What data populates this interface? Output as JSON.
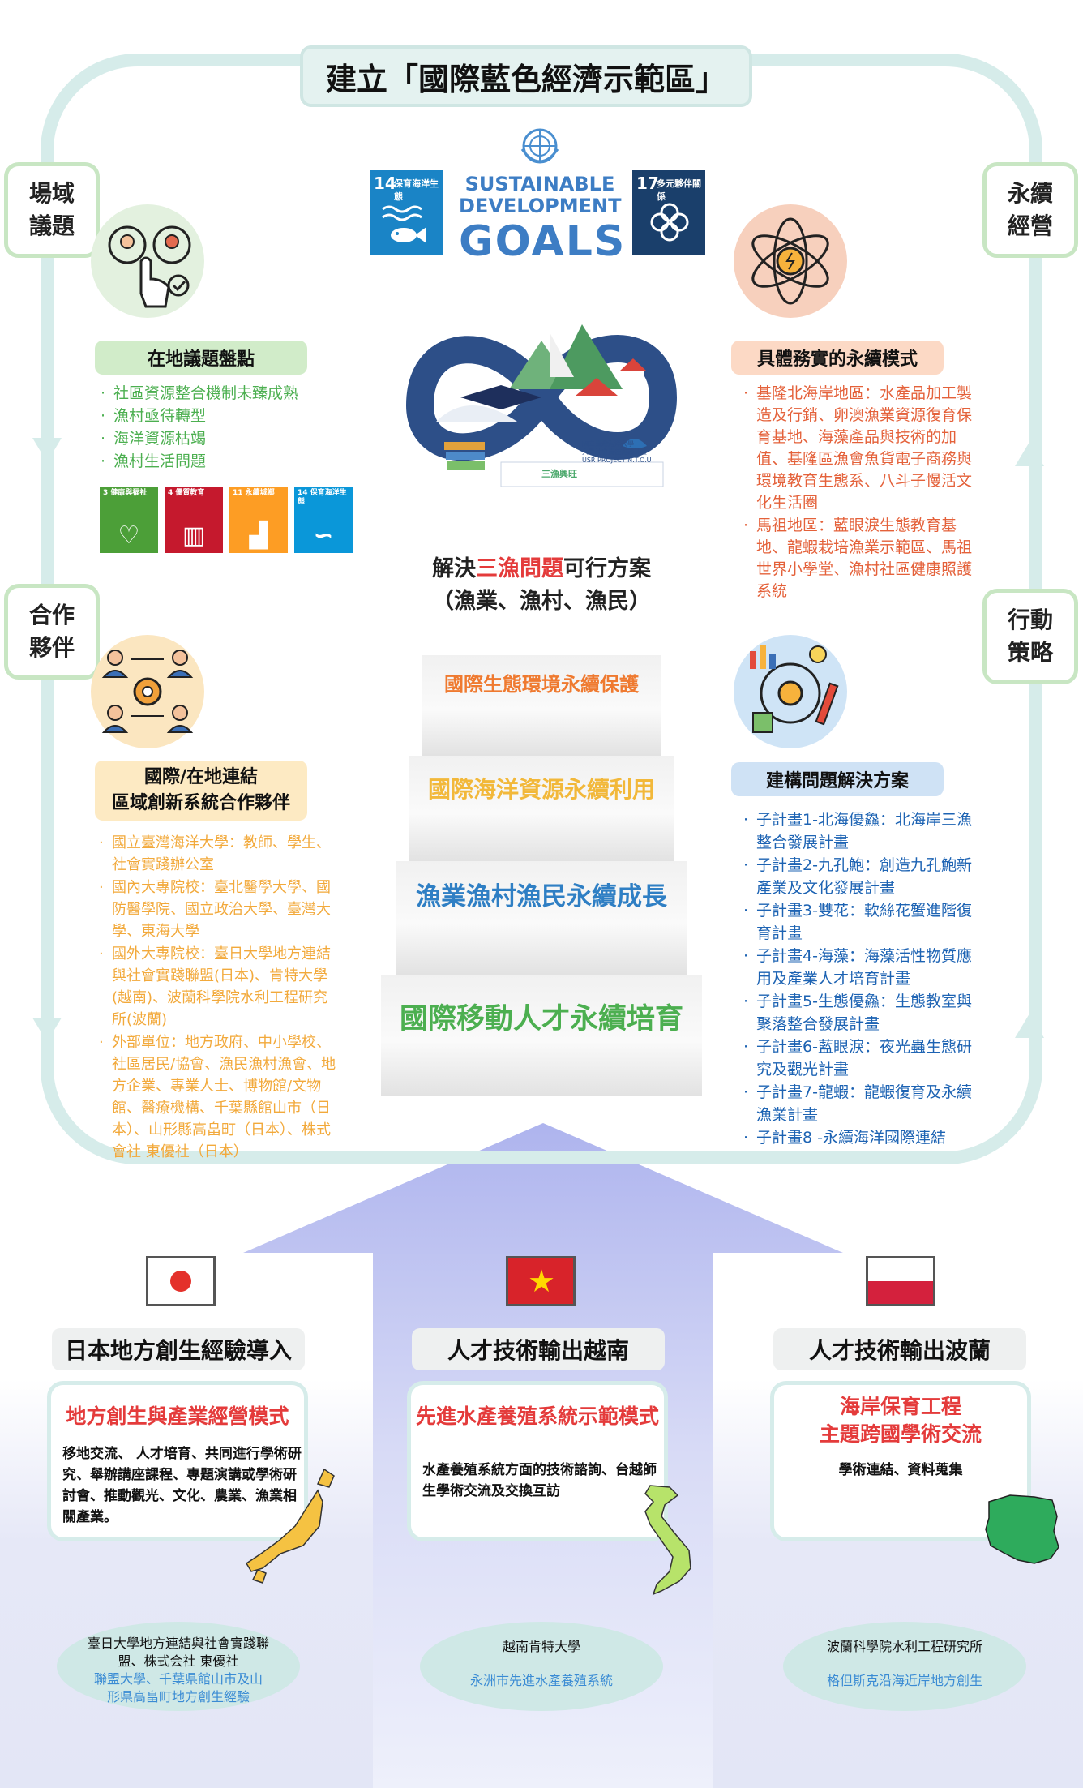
{
  "title": "建立「國際藍色經濟示範區」",
  "sides": {
    "tl": "場域\n議題",
    "ml": "合作\n夥伴",
    "tr": "永續\n經營",
    "mr": "行動\n策略"
  },
  "sdg_header": {
    "left_tile": {
      "num": "14",
      "label": "保育海洋生態",
      "color": "#1a84c6"
    },
    "right_tile": {
      "num": "17",
      "label": "多元夥伴關係",
      "color": "#1a3f6b"
    },
    "logo_line1": "SUSTAINABLE",
    "logo_line2": "DEVELOPMENT",
    "logo_line3": "GOALS"
  },
  "panel_local": {
    "title": "在地議題盤點",
    "items": [
      "社區資源整合機制未臻成熟",
      "漁村亟待轉型",
      "海洋資源枯竭",
      "漁村生活問題"
    ],
    "sdgs": [
      {
        "num": "3",
        "label": "健康與福祉",
        "color": "#4c9f38",
        "glyph": "♡"
      },
      {
        "num": "4",
        "label": "優質教育",
        "color": "#c5192d",
        "glyph": "▥"
      },
      {
        "num": "11",
        "label": "永續城鄉",
        "color": "#fd9d24",
        "glyph": "▟"
      },
      {
        "num": "14",
        "label": "保育海洋生態",
        "color": "#0a97d9",
        "glyph": "∽"
      }
    ]
  },
  "panel_partners": {
    "title_line1": "國際/在地連結",
    "title_line2": "區域創新系統合作夥伴",
    "items": [
      "國立臺灣海洋大學：教師、學生、社會實踐辦公室",
      "國內大專院校：臺北醫學大學、國防醫學院、國立政治大學、臺灣大學、東海大學",
      "國外大專院校：臺日大學地方連結與社會實踐聯盟(日本)、肯特大學(越南)、波蘭科學院水利工程研究所(波蘭)",
      "外部單位：地方政府、中小學校、社區居民/協會、漁民漁村漁會、地方企業、專業人士、博物館/文物館、醫療機構、千葉縣館山市（日本）、山形縣高畠町（日本）、株式會社 東優社（日本）"
    ]
  },
  "panel_model": {
    "title": "具體務實的永續模式",
    "items": [
      "基隆北海岸地區：水產品加工製造及行銷、卵澳漁業資源復育保育基地、海藻產品與技術的加值、基隆區漁會魚貨電子商務與環境教育生態系、八斗子慢活文化生活圈",
      "馬祖地區：藍眼淚生態教育基地、龍蝦栽培漁業示範區、馬祖世界小學堂、漁村社區健康照護系統"
    ]
  },
  "panel_solutions": {
    "title": "建構問題解決方案",
    "items": [
      "子計畫1-北海優鱻：北海岸三漁整合發展計畫",
      "子計畫2-九孔鮑：創造九孔鮑新產業及文化發展計畫",
      "子計畫3-雙花：軟絲花蟹進階復育計畫",
      "子計畫4-海藻：海藻活性物質應用及產業人才培育計畫",
      "子計畫5-生態優鱻：生態教室與聚落整合發展計畫",
      "子計畫6-藍眼淚：夜光蟲生態研究及觀光計畫",
      "子計畫7-龍蝦：龍蝦復育及永續漁業計畫",
      "子計畫8 -永續海洋國際連結"
    ]
  },
  "center": {
    "university_line1": "國立臺灣海洋大學",
    "university_line2": "大學社會責任實踐計畫",
    "university_line3": "USR PROJECT N.T.O.U",
    "brand": "三漁興旺",
    "solution_pre": "解決",
    "solution_red": "三漁問題",
    "solution_post": "可行方案",
    "solution_sub": "（漁業、漁村、漁民）"
  },
  "steps": [
    {
      "label": "國際生態環境永續保護",
      "color": "#ef7a30"
    },
    {
      "label": "國際海洋資源永續利用",
      "color": "#f2b83a"
    },
    {
      "label": "漁業漁村漁民永續成長",
      "color": "#2f7fc4"
    },
    {
      "label": "國際移動人才永續培育",
      "color": "#4caf50"
    }
  ],
  "countries": [
    {
      "pill": "日本地方創生經驗導入",
      "card_title": "地方創生與產業經營模式",
      "card_body": "移地交流、 人才培育、共同進行學術研究、舉辦講座課程、專題演講或學術研討會、推動觀光、文化、農業、漁業相關產業。",
      "ellipse_main": "臺日大學地方連結與社會實踐聯盟、株式会社 東優社",
      "ellipse_sub": "聯盟大學、千葉県館山市及山形県高畠町地方創生經驗",
      "map_color": "#f5c242"
    },
    {
      "pill": "人才技術輸出越南",
      "card_title": "先進水產養殖系統示範模式",
      "card_body": "水產養殖系統方面的技術諮詢、台越師生學術交流及交換互訪",
      "ellipse_main": "越南肯特大學",
      "ellipse_sub": "永洲市先進水產養殖系統",
      "map_color": "#b7e36a"
    },
    {
      "pill": "人才技術輸出波蘭",
      "card_title": "海岸保育工程\n主題跨國學術交流",
      "card_body": "學術連結、資料蒐集",
      "ellipse_main": "波蘭科學院水利工程研究所",
      "ellipse_sub": "格但斯克沿海近岸地方創生",
      "map_color": "#2eab5c"
    }
  ]
}
